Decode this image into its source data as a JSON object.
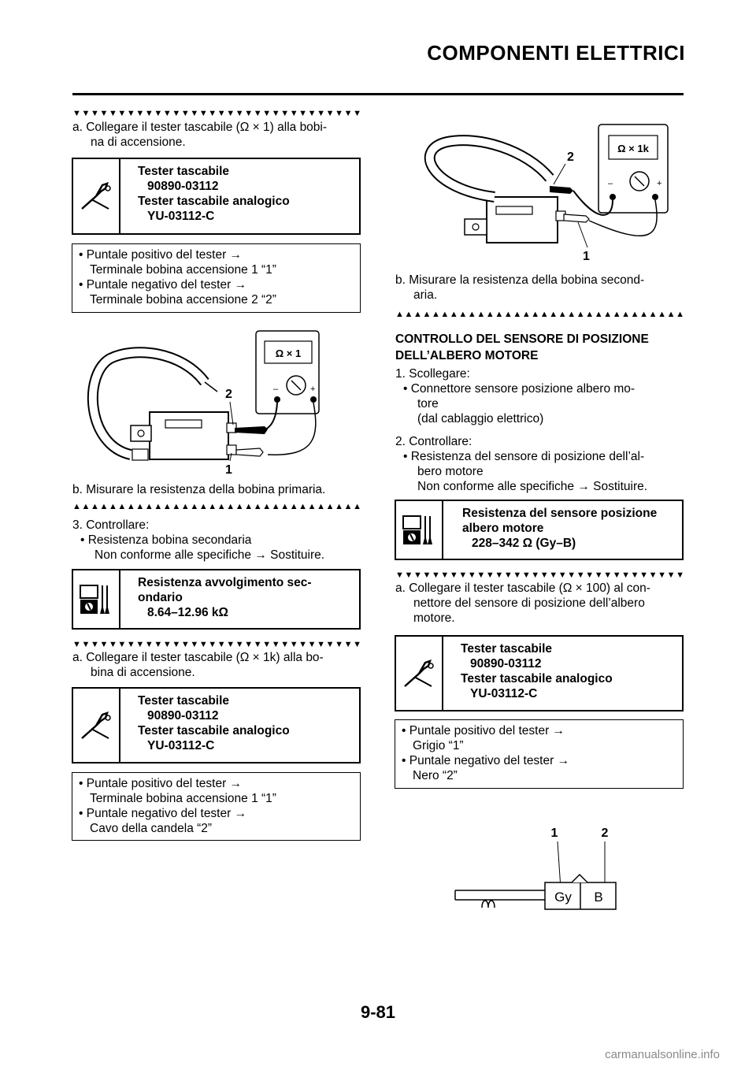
{
  "header": {
    "title": "COMPONENTI ELETTRICI"
  },
  "page_number": "9-81",
  "footer_url": "carmanualsonline.info",
  "markers": {
    "down": "▼▼▼▼▼▼▼▼▼▼▼▼▼▼▼▼▼▼▼▼▼▼▼▼▼▼▼▼▼▼▼▼▼▼▼",
    "up": "▲▲▲▲▲▲▲▲▲▲▲▲▲▲▲▲▲▲▲▲▲▲▲▲▲▲▲▲▲▲▲▲▲▲▲"
  },
  "left": {
    "step_a1": {
      "line1": "a.  Collegare il tester tascabile (Ω × 1) alla bobi-",
      "line2": "na di accensione."
    },
    "tool_box1": {
      "l1": "Tester tascabile",
      "l2": "90890-03112",
      "l3": "Tester tascabile analogico",
      "l4": "YU-03112-C"
    },
    "note_box1": {
      "l1": "• Puntale positivo del tester →",
      "l2": "Terminale bobina accensione 1 “1”",
      "l3": "• Puntale negativo del tester →",
      "l4": "Terminale bobina accensione 2 “2”"
    },
    "fig1": {
      "meter": "Ω × 1",
      "label_1": "1",
      "label_2": "2",
      "minus": "–",
      "plus": "+"
    },
    "step_b1": "b.  Misurare la resistenza della bobina primaria.",
    "step3": {
      "l1": "3.  Controllare:",
      "l2": "• Resistenza bobina secondaria",
      "l3": "Non conforme alle specifiche → Sostituire."
    },
    "spec_box": {
      "l1": "Resistenza avvolgimento sec-",
      "l2": "ondario",
      "l3": "8.64–12.96 kΩ"
    },
    "step_a2": {
      "line1": "a.  Collegare il tester tascabile (Ω × 1k) alla bo-",
      "line2": "bina di accensione."
    },
    "tool_box2": {
      "l1": "Tester tascabile",
      "l2": "90890-03112",
      "l3": "Tester tascabile analogico",
      "l4": "YU-03112-C"
    },
    "note_box2": {
      "l1": "• Puntale positivo del tester →",
      "l2": "Terminale bobina accensione 1 “1”",
      "l3": "• Puntale negativo del tester →",
      "l4": "Cavo della candela “2”"
    }
  },
  "right": {
    "fig2": {
      "meter": "Ω × 1k",
      "label_1": "1",
      "label_2": "2",
      "minus": "–",
      "plus": "+"
    },
    "step_b2": {
      "line1": "b.  Misurare la resistenza della bobina second-",
      "line2": "aria."
    },
    "section_title": {
      "l1": "CONTROLLO DEL SENSORE DI POSIZIONE",
      "l2": "DELL’ALBERO MOTORE"
    },
    "step1": {
      "l1": "1.  Scollegare:",
      "l2": "• Connettore sensore posizione albero mo-",
      "l3": "tore",
      "l4": "(dal cablaggio elettrico)"
    },
    "step2": {
      "l1": "2.  Controllare:",
      "l2": "• Resistenza del sensore di posizione dell’al-",
      "l3": "bero motore",
      "l4": "Non conforme alle specifiche → Sostituire."
    },
    "spec_box": {
      "l1": "Resistenza del sensore posizione",
      "l2": "albero motore",
      "l3": "228–342 Ω  (Gy–B)"
    },
    "step_a3": {
      "line1": "a.  Collegare il tester tascabile (Ω × 100) al con-",
      "line2": "nettore del sensore di posizione dell’albero",
      "line3": "motore."
    },
    "tool_box3": {
      "l1": "Tester tascabile",
      "l2": "90890-03112",
      "l3": "Tester tascabile analogico",
      "l4": "YU-03112-C"
    },
    "note_box3": {
      "l1": "• Puntale positivo del tester →",
      "l2": "Grigio “1”",
      "l3": "• Puntale negativo del tester →",
      "l4": "Nero “2”"
    },
    "fig3": {
      "label_1": "1",
      "label_2": "2",
      "pin_gy": "Gy",
      "pin_b": "B"
    }
  }
}
